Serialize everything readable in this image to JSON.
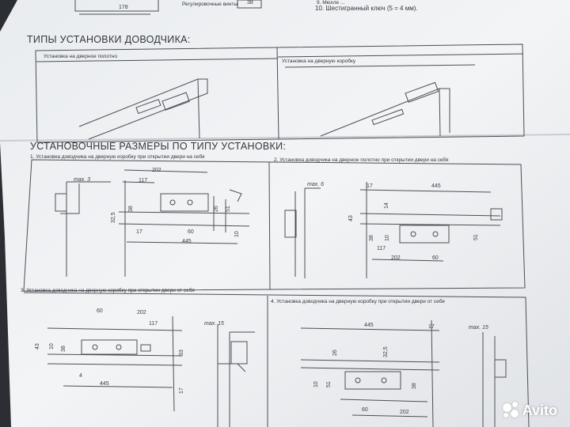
{
  "header": {
    "small_top_line": "9. Мюхле ... ",
    "item_10": "10. Шестигранный ключ (5 = 4 мм).",
    "top_dims": {
      "d178": "178",
      "d38": "38",
      "adjust": "Регулировочные винты"
    }
  },
  "section_install_types": {
    "title": "ТИПЫ УСТАНОВКИ ДОВОДЧИКА:",
    "panels": [
      {
        "label": "Установка на дверное полотно"
      },
      {
        "label": "Установка на дверную коробку"
      }
    ]
  },
  "section_dims": {
    "title": "УСТАНОВОЧНЫЕ РАЗМЕРЫ ПО ТИПУ УСТАНОВКИ:",
    "diagrams": [
      {
        "caption": "1. Установка доводчика на дверную коробку при открытии двери на себя",
        "max": "max. 3",
        "dims": [
          "202",
          "117",
          "38",
          "32,5",
          "26",
          "51",
          "17",
          "60",
          "10",
          "445"
        ]
      },
      {
        "caption": "2. Установка доводчика на дверное полотно при открытии двери на себя",
        "max": "max. 6",
        "dims": [
          "17",
          "445",
          "43",
          "14",
          "38",
          "10",
          "51",
          "117",
          "202",
          "60"
        ]
      },
      {
        "caption": "3. Установка доводчика на дверную коробку при открытии двери от себя",
        "max": "max. 15",
        "dims": [
          "60",
          "202",
          "43",
          "10",
          "117",
          "38",
          "33",
          "4",
          "445",
          "17"
        ]
      },
      {
        "caption": "4. Установка доводчика на дверную коробку при открытии двери от себя",
        "max": "max. 15",
        "dims": [
          "445",
          "17",
          "32,5",
          "26",
          "10",
          "51",
          "38",
          "60",
          "202"
        ]
      }
    ]
  },
  "watermark": {
    "text": "Avito"
  }
}
